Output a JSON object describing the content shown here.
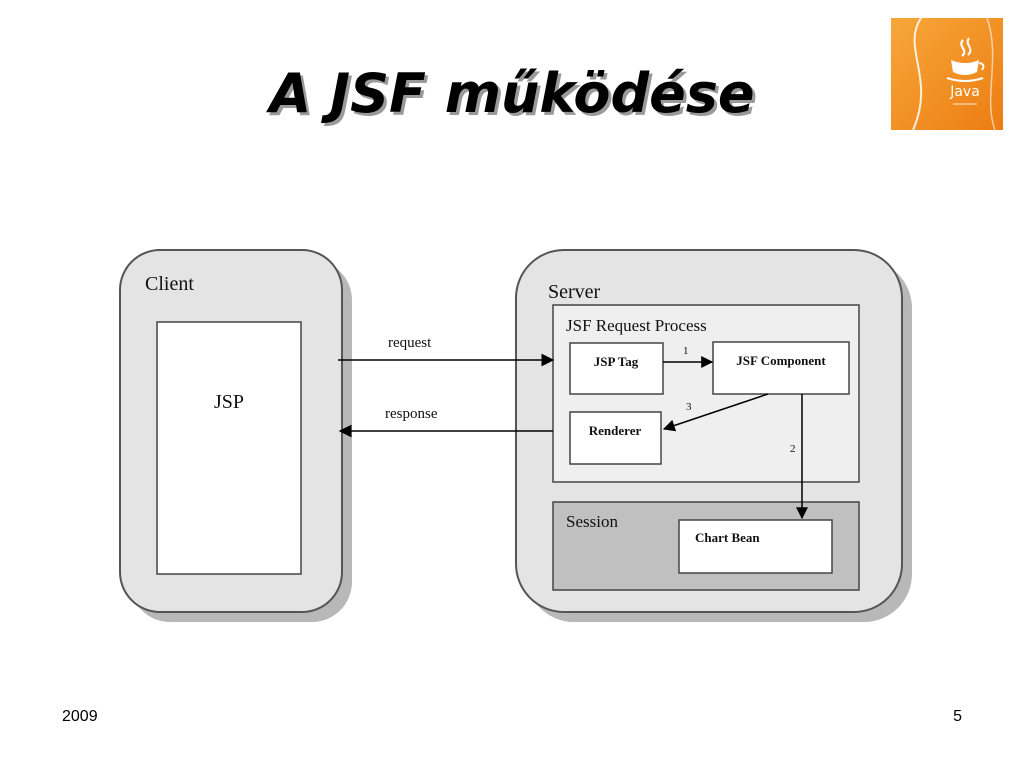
{
  "slide": {
    "title": "A JSF működése",
    "footer_year": "2009",
    "page_number": "5"
  },
  "logo": {
    "icon": "java-coffee-cup-icon",
    "text": "Java",
    "color": "#f0901e"
  },
  "diagram": {
    "client_label": "Client",
    "jsp_label": "JSP",
    "server_label": "Server",
    "process_label": "JSF Request Process",
    "jsp_tag_label": "JSP Tag",
    "jsf_component_label": "JSF Component",
    "renderer_label": "Renderer",
    "session_label": "Session",
    "chart_bean_label": "Chart Bean",
    "request_label": "request",
    "response_label": "response",
    "step1": "1",
    "step2": "2",
    "step3": "3"
  },
  "colors": {
    "container_fill": "#e4e4e4",
    "container_stroke": "#555555",
    "session_fill": "#c0c0c0"
  }
}
